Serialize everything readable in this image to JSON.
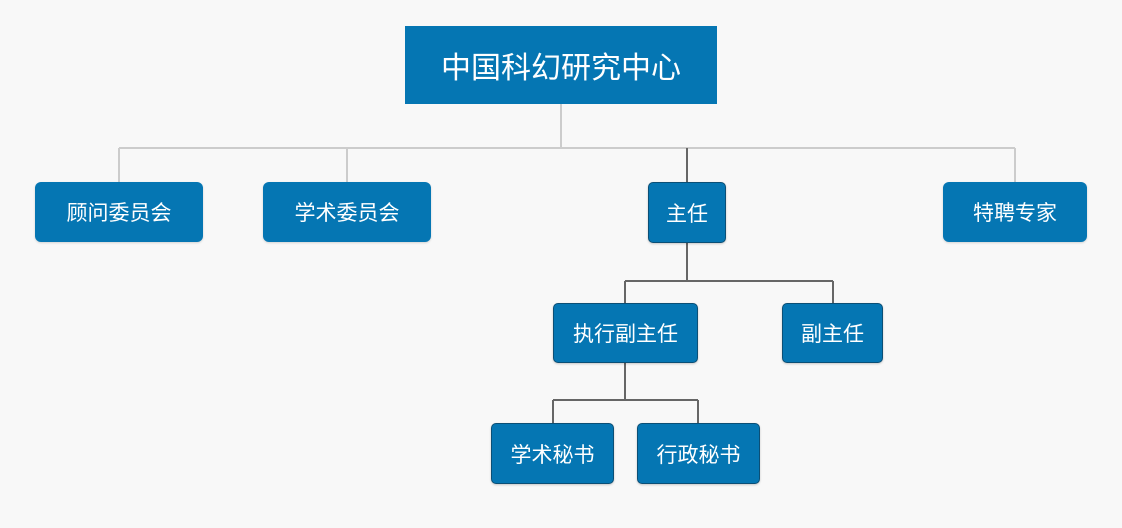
{
  "nodes": {
    "root": "中国科幻研究中心",
    "advisory_committee": "顾问委员会",
    "academic_committee": "学术委员会",
    "director": "主任",
    "special_experts": "特聘专家",
    "executive_deputy_director": "执行副主任",
    "deputy_director": "副主任",
    "academic_secretary": "学术秘书",
    "administrative_secretary": "行政秘书"
  },
  "colors": {
    "node_fill": "#0576b3",
    "node_text": "#ffffff",
    "background": "#f8f8f8",
    "connector_light": "#cccccc",
    "connector_dark": "#666666"
  }
}
